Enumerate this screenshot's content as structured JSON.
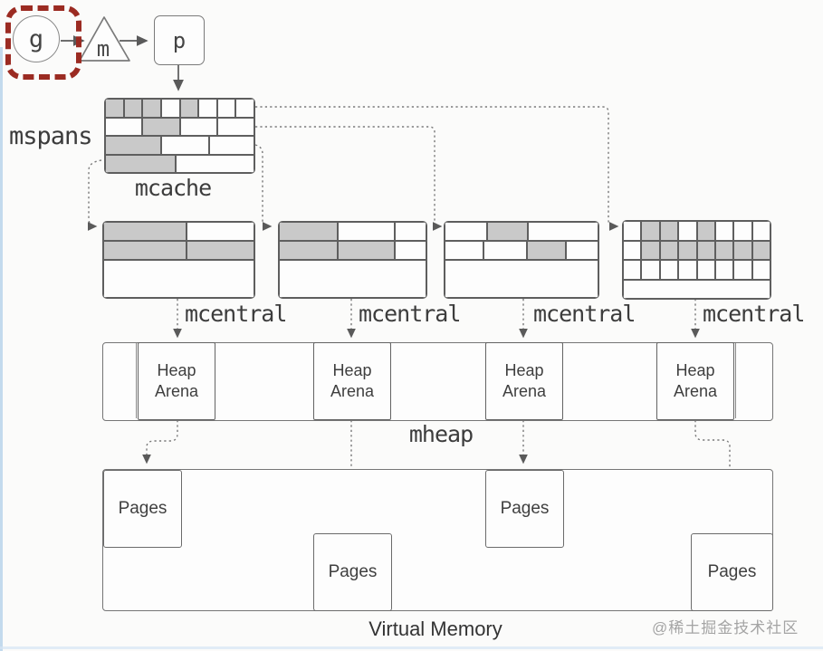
{
  "colors": {
    "accent_red": "#9b2b22",
    "cell_gray": "#c9c9c9",
    "line_dark": "#5f5f5f",
    "connector_gray": "#7a7a7a"
  },
  "nodes": {
    "g": "g",
    "m": "m",
    "p": "p"
  },
  "labels": {
    "mspans": "mspans",
    "mcache": "mcache",
    "mheap": "mheap",
    "virtual_memory": "Virtual Memory",
    "watermark": "@稀土掘金技术社区"
  },
  "mcentral_labels": [
    "mcentral",
    "mcentral",
    "mcentral",
    "mcentral"
  ],
  "heap_arenas": [
    "Heap Arena",
    "Heap Arena",
    "Heap Arena",
    "Heap Arena"
  ],
  "pages": [
    "Pages",
    "Pages",
    "Pages",
    "Pages"
  ],
  "grids": {
    "mcache": {
      "rows": [
        {
          "h": 1,
          "cells": [
            {
              "w": 1,
              "f": "g"
            },
            {
              "w": 1,
              "f": "g"
            },
            {
              "w": 1,
              "f": "g"
            },
            {
              "w": 1,
              "f": "w"
            },
            {
              "w": 1,
              "f": "g"
            },
            {
              "w": 1,
              "f": "w"
            },
            {
              "w": 1,
              "f": "w"
            },
            {
              "w": 1,
              "f": "w"
            }
          ]
        },
        {
          "h": 1,
          "cells": [
            {
              "w": 2,
              "f": "w"
            },
            {
              "w": 2,
              "f": "g"
            },
            {
              "w": 2,
              "f": "w"
            },
            {
              "w": 2,
              "f": "w"
            }
          ]
        },
        {
          "h": 1,
          "cells": [
            {
              "w": 3,
              "f": "g"
            },
            {
              "w": 2.6,
              "f": "w"
            },
            {
              "w": 2.4,
              "f": "w"
            }
          ]
        },
        {
          "h": 1,
          "cells": [
            {
              "w": 3.8,
              "f": "g"
            },
            {
              "w": 4.2,
              "f": "w"
            }
          ]
        }
      ]
    },
    "mcentral0": {
      "rows": [
        {
          "h": 1,
          "cells": [
            {
              "w": 4.4,
              "f": "g"
            },
            {
              "w": 3.6,
              "f": "w"
            }
          ]
        },
        {
          "h": 1,
          "cells": [
            {
              "w": 4.4,
              "f": "g"
            },
            {
              "w": 3.6,
              "f": "g"
            }
          ]
        },
        {
          "h": 2,
          "cells": [
            {
              "w": 8,
              "f": "w"
            }
          ]
        }
      ]
    },
    "mcentral1": {
      "rows": [
        {
          "h": 1,
          "cells": [
            {
              "w": 3.2,
              "f": "g"
            },
            {
              "w": 3.1,
              "f": "w"
            },
            {
              "w": 1.7,
              "f": "w"
            }
          ]
        },
        {
          "h": 1,
          "cells": [
            {
              "w": 3.2,
              "f": "g"
            },
            {
              "w": 3.1,
              "f": "g"
            },
            {
              "w": 1.7,
              "f": "w"
            }
          ]
        },
        {
          "h": 2,
          "cells": [
            {
              "w": 8,
              "f": "w"
            }
          ]
        }
      ]
    },
    "mcentral2": {
      "rows": [
        {
          "h": 1,
          "cells": [
            {
              "w": 2.2,
              "f": "w"
            },
            {
              "w": 2.1,
              "f": "g"
            },
            {
              "w": 3.7,
              "f": "w"
            }
          ]
        },
        {
          "h": 1,
          "cells": [
            {
              "w": 2.0,
              "f": "w"
            },
            {
              "w": 2.3,
              "f": "w"
            },
            {
              "w": 2.0,
              "f": "g"
            },
            {
              "w": 1.7,
              "f": "w"
            }
          ]
        },
        {
          "h": 2,
          "cells": [
            {
              "w": 8,
              "f": "w"
            }
          ]
        }
      ]
    },
    "mcentral3": {
      "rows": [
        {
          "h": 1,
          "cells": [
            {
              "w": 1,
              "f": "w"
            },
            {
              "w": 1,
              "f": "g"
            },
            {
              "w": 1,
              "f": "g"
            },
            {
              "w": 1,
              "f": "w"
            },
            {
              "w": 1,
              "f": "g"
            },
            {
              "w": 1,
              "f": "w"
            },
            {
              "w": 1,
              "f": "w"
            },
            {
              "w": 1,
              "f": "w"
            }
          ]
        },
        {
          "h": 1,
          "cells": [
            {
              "w": 1,
              "f": "w"
            },
            {
              "w": 1,
              "f": "g"
            },
            {
              "w": 1,
              "f": "g"
            },
            {
              "w": 1,
              "f": "g"
            },
            {
              "w": 1,
              "f": "g"
            },
            {
              "w": 1,
              "f": "g"
            },
            {
              "w": 1,
              "f": "g"
            },
            {
              "w": 1,
              "f": "g"
            }
          ]
        },
        {
          "h": 1,
          "cells": [
            {
              "w": 1,
              "f": "w"
            },
            {
              "w": 1,
              "f": "w"
            },
            {
              "w": 1,
              "f": "w"
            },
            {
              "w": 1,
              "f": "w"
            },
            {
              "w": 1,
              "f": "w"
            },
            {
              "w": 1,
              "f": "w"
            },
            {
              "w": 1,
              "f": "w"
            },
            {
              "w": 1,
              "f": "w"
            }
          ]
        },
        {
          "h": 1,
          "cells": [
            {
              "w": 8,
              "f": "w"
            }
          ]
        }
      ]
    }
  }
}
